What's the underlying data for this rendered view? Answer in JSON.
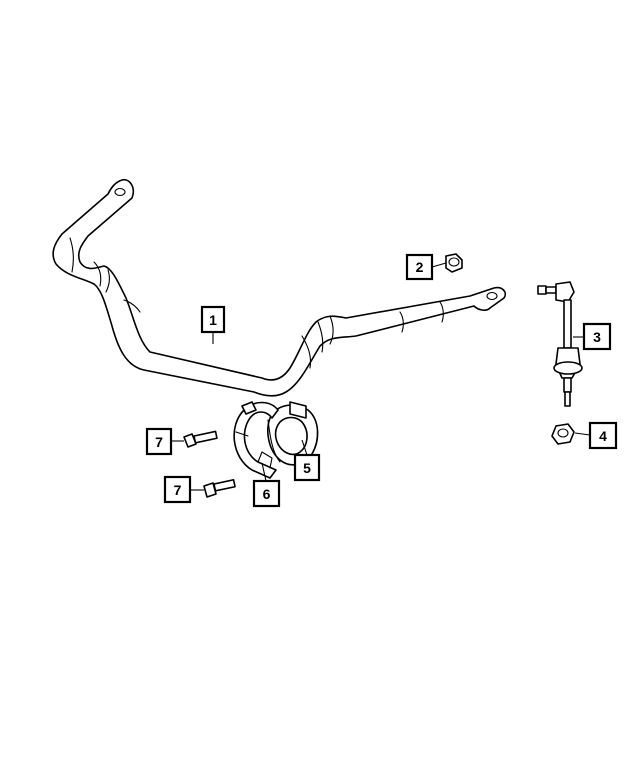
{
  "callouts": [
    {
      "id": "1",
      "label": "1"
    },
    {
      "id": "2",
      "label": "2"
    },
    {
      "id": "3",
      "label": "3"
    },
    {
      "id": "4",
      "label": "4"
    },
    {
      "id": "5",
      "label": "5"
    },
    {
      "id": "6",
      "label": "6"
    },
    {
      "id": "7a",
      "label": "7"
    },
    {
      "id": "7b",
      "label": "7"
    }
  ]
}
